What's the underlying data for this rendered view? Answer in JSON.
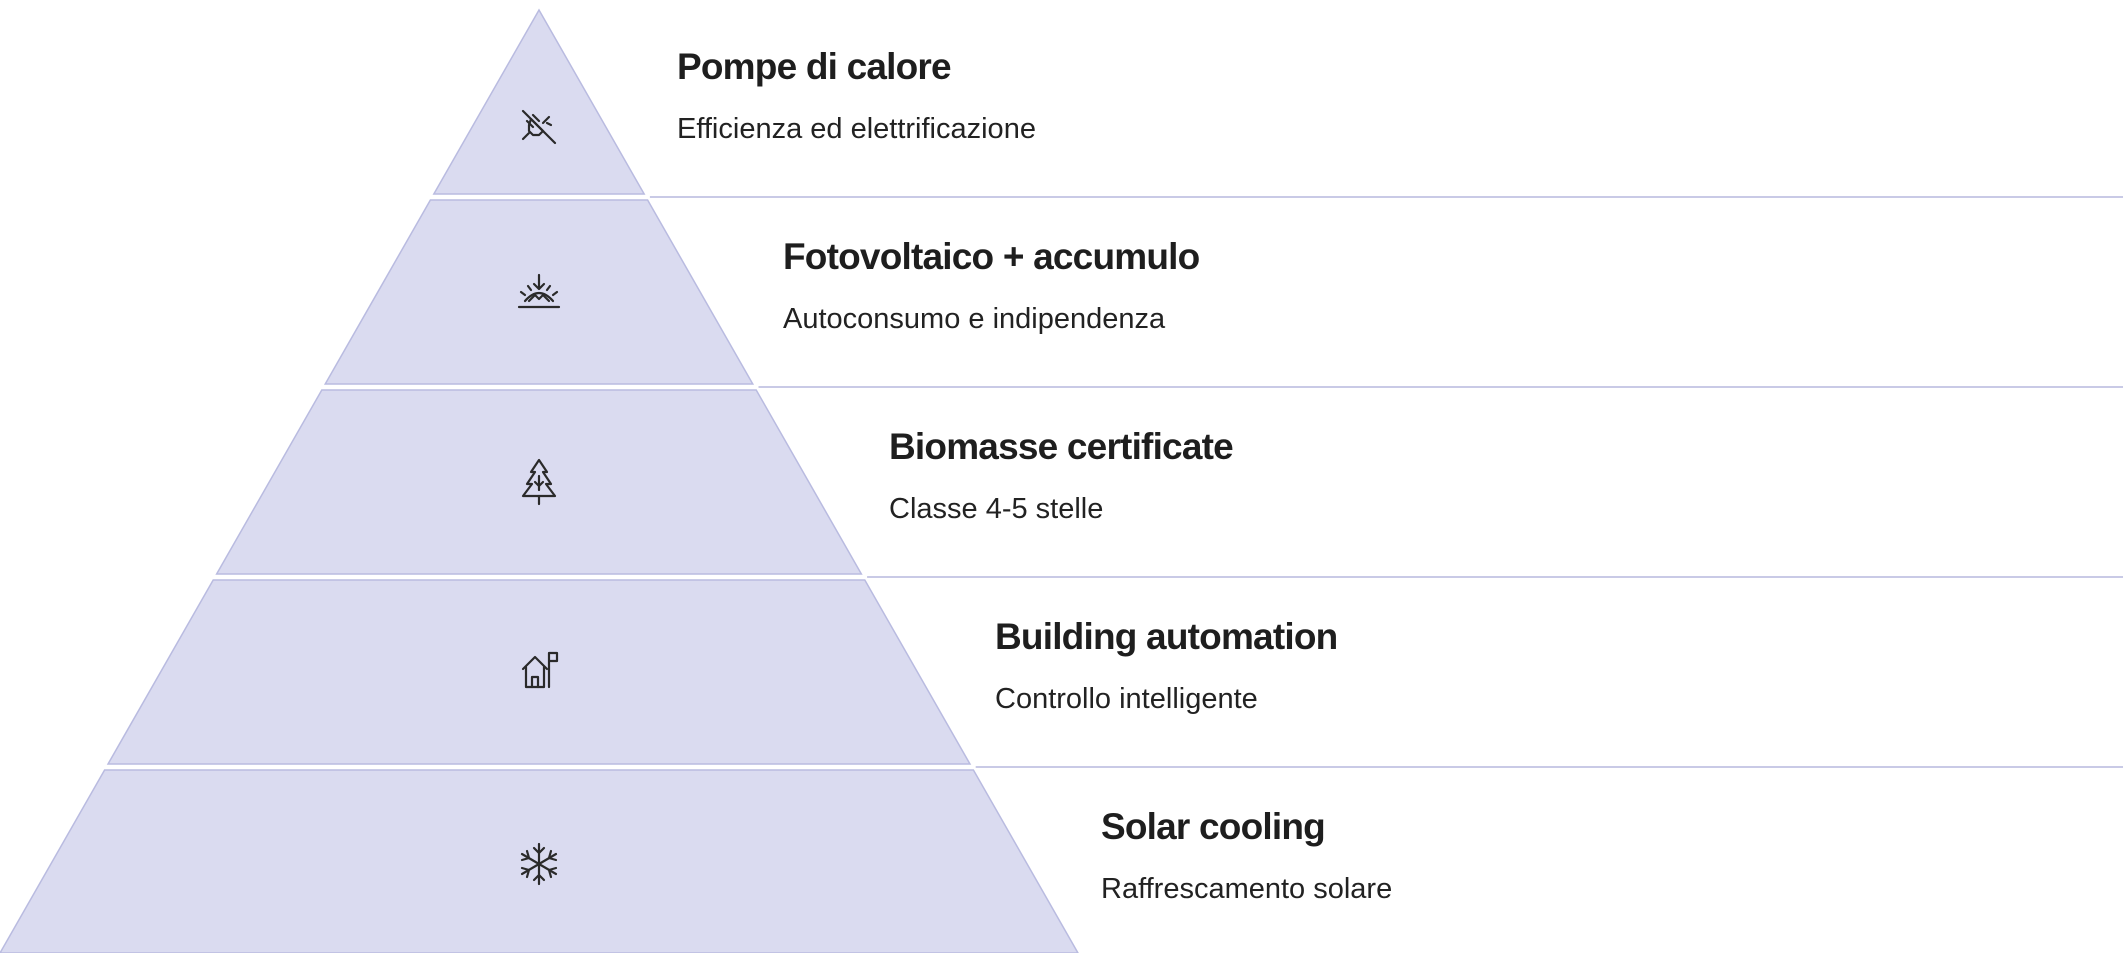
{
  "colors": {
    "segment_fill": "#dadbf0",
    "segment_stroke": "#b9bbe0",
    "divider_line": "#c9cae6",
    "icon_stroke": "#2a2a2a"
  },
  "levels": [
    {
      "title": "Pompe di calore",
      "subtitle": "Efficienza ed elettrificazione",
      "icon": "plug-off-icon"
    },
    {
      "title": "Fotovoltaico + accumulo",
      "subtitle": "Autoconsumo e indipendenza",
      "icon": "solar-sunrise-icon"
    },
    {
      "title": "Biomasse certificate",
      "subtitle": "Classe 4-5 stelle",
      "icon": "pine-tree-icon"
    },
    {
      "title": "Building automation",
      "subtitle": "Controllo intelligente",
      "icon": "smart-home-icon"
    },
    {
      "title": "Solar cooling",
      "subtitle": "Raffrescamento solare",
      "icon": "snowflake-icon"
    }
  ]
}
